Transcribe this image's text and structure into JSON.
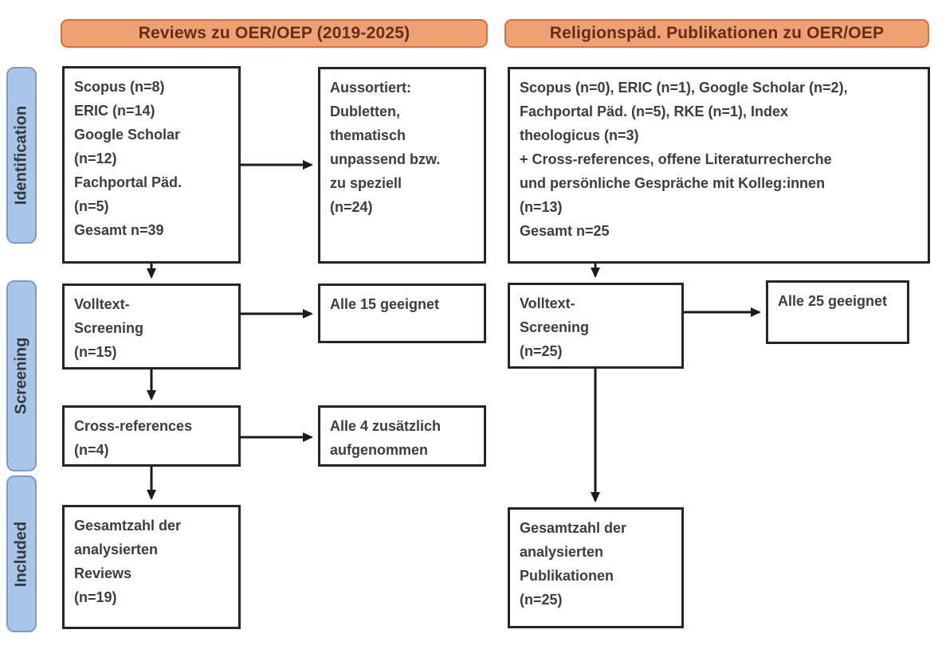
{
  "diagram": {
    "columns": {
      "left_header": "Reviews zu OER/OEP (2019-2025)",
      "right_header": "Religionspäd. Publikationen zu OER/OEP"
    },
    "stages": {
      "identification": "Identification",
      "screening": "Screening",
      "included": "Included"
    },
    "left": {
      "sources": "Scopus (n=8)\nERIC (n=14)\nGoogle Scholar\n(n=12)\nFachportal Päd.\n(n=5)\nGesamt n=39",
      "excluded": "Aussortiert:\nDubletten,\nthematisch\nunpassend bzw.\nzu speziell\n(n=24)",
      "fulltext": "Volltext-\nScreening\n(n=15)",
      "fulltext_result": "Alle 15 geeignet",
      "crossref": "Cross-references\n(n=4)",
      "crossref_result": "Alle 4 zusätzlich\naufgenommen",
      "included_total": "Gesamtzahl der\nanalysierten\nReviews\n(n=19)"
    },
    "right": {
      "sources": "Scopus (n=0), ERIC (n=1), Google Scholar (n=2),\nFachportal Päd. (n=5), RKE (n=1), Index\ntheologicus (n=3)\n+ Cross-references, offene Literaturrecherche\nund persönliche Gespräche mit Kolleg:innen\n(n=13)\nGesamt n=25",
      "fulltext": "Volltext-\nScreening\n(n=25)",
      "fulltext_result": "Alle 25 geeignet",
      "included_total": "Gesamtzahl der\nanalysierten\nPublikationen\n(n=25)"
    },
    "colors": {
      "header_fill": "#f0a172",
      "header_border": "#d1713d",
      "header_text": "#632d1a",
      "stage_fill": "#a9c5e8",
      "stage_border": "#7f9cc4",
      "stage_text": "#33373f",
      "box_border": "#262626",
      "box_text": "#3d3d3d",
      "arrow": "#1a1a1a"
    }
  }
}
